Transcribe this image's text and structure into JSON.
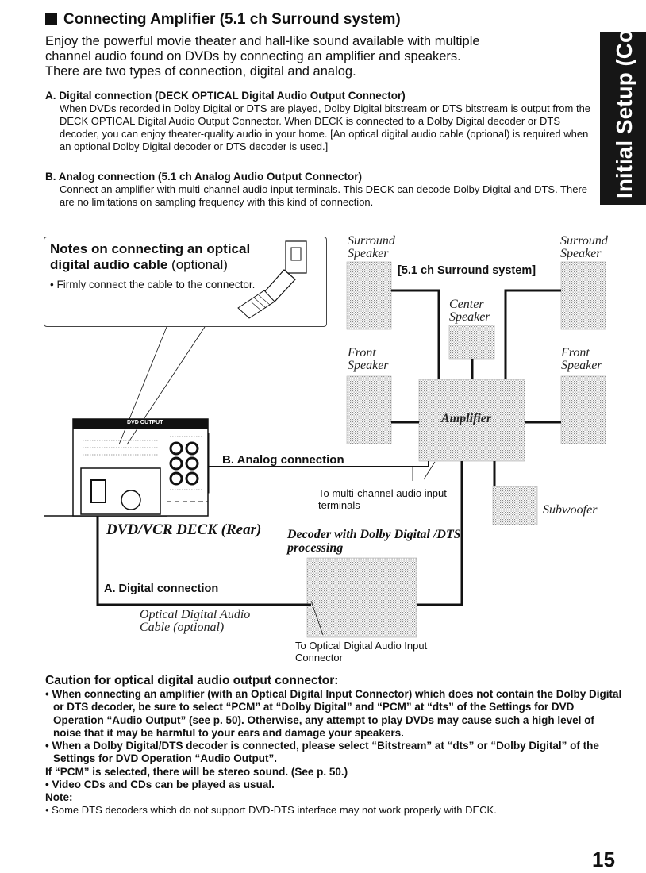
{
  "side_tab": {
    "text": "Initial Setup (Connection)",
    "bg": "#161616"
  },
  "title": "Connecting Amplifier (5.1 ch Surround system)",
  "intro": [
    "Enjoy the powerful movie theater and hall-like sound available with multiple",
    "channel audio found on DVDs by connecting an amplifier and speakers.",
    "There are two types of connection, digital and analog."
  ],
  "section_a": {
    "title": "A. Digital connection (DECK OPTICAL Digital Audio Output Connector)",
    "body": "When DVDs recorded in Dolby Digital or DTS are played, Dolby Digital bitstream or DTS bitstream is output from the DECK OPTICAL Digital Audio Output Connector. When DECK is connected to a Dolby Digital decoder or DTS decoder, you can enjoy theater-quality audio in your home. [An optical digital audio cable (optional) is required when an optional Dolby Digital decoder or DTS decoder is used.]"
  },
  "section_b": {
    "title": "B. Analog connection (5.1 ch Analog Audio Output Connector)",
    "body": "Connect an amplifier with multi-channel audio input terminals. This DECK can decode Dolby Digital and DTS. There are no limitations on sampling frequency with this kind of connection."
  },
  "notes_box": {
    "title": "Notes on connecting an optical digital audio cable",
    "title_suffix": "(optional)",
    "bullet": "• Firmly connect the cable to the connector."
  },
  "diagram": {
    "surround_left": "Surround Speaker",
    "surround_right": "Surround Speaker",
    "system_label": "[5.1 ch Surround system]",
    "center": "Center Speaker",
    "front_left": "Front Speaker",
    "front_right": "Front Speaker",
    "amplifier": "Amplifier",
    "subwoofer": "Subwoofer",
    "analog_connection": "B. Analog connection",
    "multichannel_note": "To multi-channel audio input terminals",
    "deck_label": "DVD/VCR DECK (Rear)",
    "decoder_label": "Decoder with Dolby Digital /DTS processing",
    "digital_connection": "A. Digital connection",
    "cable_label": "Optical Digital Audio Cable (optional)",
    "optical_input_note": "To Optical Digital Audio Input Connector",
    "panel_header": "DVD OUTPUT"
  },
  "caution": {
    "title": "Caution for optical digital audio output connector:",
    "bullets": [
      "• When connecting an amplifier (with an Optical Digital Input Connector) which does not contain the Dolby Digital or DTS decoder, be sure to select “PCM” at “Dolby Digital” and “PCM” at “dts” of the Settings for DVD Operation “Audio Output” (see p. 50). Otherwise, any attempt to play DVDs may cause such a high level of noise that it may be harmful to your ears and damage your speakers.",
      "• When a Dolby Digital/DTS decoder is connected, please select “Bitstream” at “dts” or “Dolby Digital” of the Settings for DVD Operation “Audio Output”.",
      "If “PCM” is selected, there will be stereo sound. (See p. 50.)",
      "• Video CDs and CDs can be played as usual."
    ],
    "note_title": "Note:",
    "note_body": "• Some DTS decoders which do not support DVD-DTS interface may not work properly with DECK."
  },
  "page_number": "15"
}
